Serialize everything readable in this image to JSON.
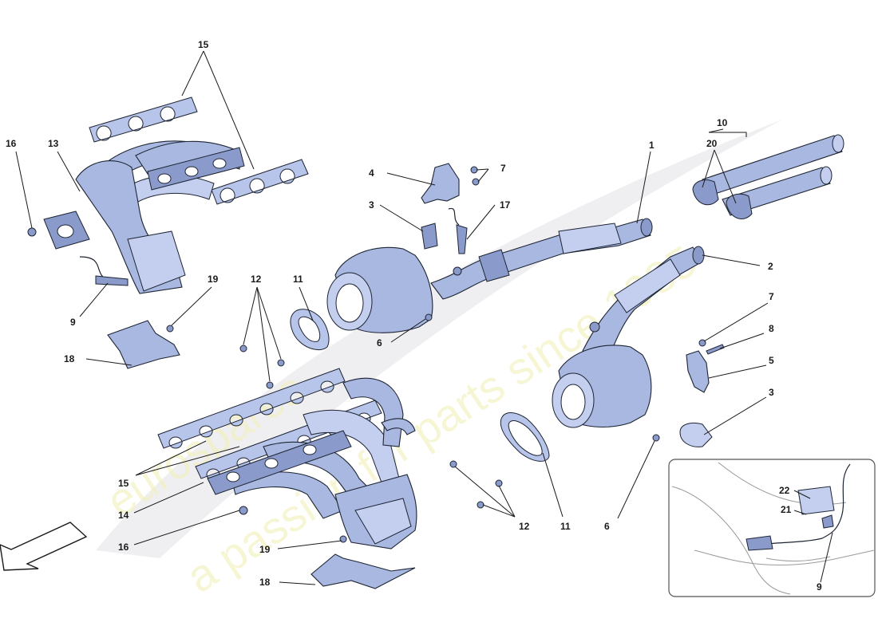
{
  "watermark": {
    "brand": "eurospares",
    "tagline": "a passion for parts since 1985"
  },
  "callouts": {
    "c1": "1",
    "c2": "2",
    "c3a": "3",
    "c3b": "3",
    "c4": "4",
    "c5": "5",
    "c6a": "6",
    "c6b": "6",
    "c7a": "7",
    "c7b": "7",
    "c8": "8",
    "c9a": "9",
    "c9b": "9",
    "c10": "10",
    "c11a": "11",
    "c11b": "11",
    "c12a": "12",
    "c12b": "12",
    "c13": "13",
    "c14": "14",
    "c15a": "15",
    "c15b": "15",
    "c16a": "16",
    "c16b": "16",
    "c17": "17",
    "c18a": "18",
    "c18b": "18",
    "c19a": "19",
    "c19b": "19",
    "c20": "20",
    "c21": "21",
    "c22": "22"
  }
}
